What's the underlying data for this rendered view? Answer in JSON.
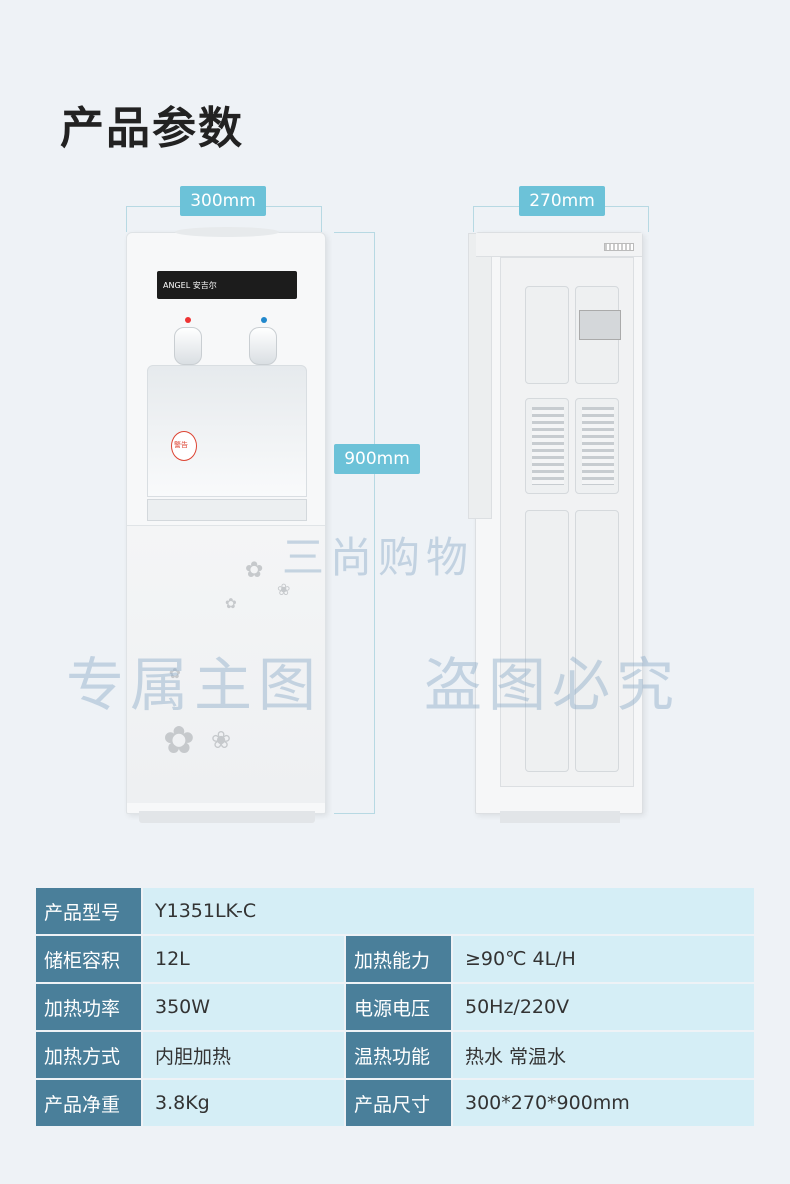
{
  "title": "产品参数",
  "dimensions": {
    "width": "300mm",
    "depth": "270mm",
    "height": "900mm"
  },
  "watermark": {
    "brand": "三尚购物",
    "left": "专属主图",
    "right": "盗图必究"
  },
  "product": {
    "panel_brand": "ANGEL 安吉尔",
    "warning": "警告"
  },
  "specs": {
    "model_label": "产品型号",
    "model_value": "Y1351LK-C",
    "capacity_label": "储柜容积",
    "capacity_value": "12L",
    "heat_cap_label": "加热能力",
    "heat_cap_value": "≥90℃ 4L/H",
    "power_label": "加热功率",
    "power_value": "350W",
    "voltage_label": "电源电压",
    "voltage_value": "50Hz/220V",
    "method_label": "加热方式",
    "method_value": "内胆加热",
    "temp_label": "温热功能",
    "temp_value": "热水 常温水",
    "weight_label": "产品净重",
    "weight_value": "3.8Kg",
    "size_label": "产品尺寸",
    "size_value": "300*270*900mm"
  },
  "colors": {
    "accent": "#6cc2d8",
    "label_bg": "#4a7f9a",
    "value_bg": "#d5eef6"
  }
}
